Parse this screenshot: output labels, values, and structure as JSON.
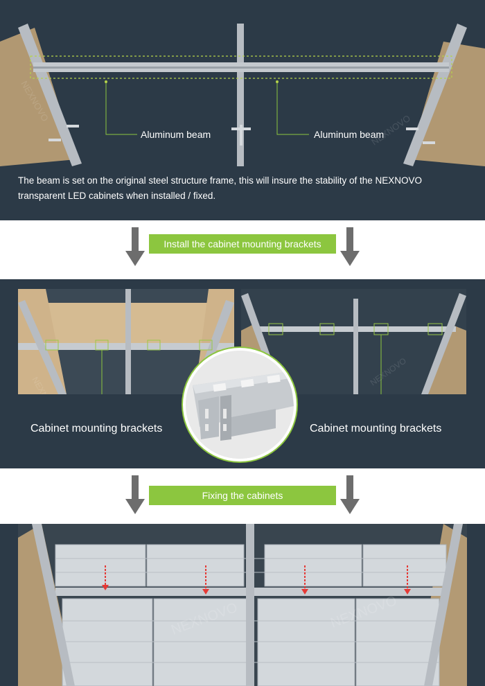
{
  "section1": {
    "beam_label_left": "Aluminum beam",
    "beam_label_right": "Aluminum beam",
    "caption": "The beam is set on the original steel structure frame, this will insure the stability of the NEXNOVO transparent LED cabinets when installed / fixed.",
    "watermark": "NEXNOVO"
  },
  "step1": {
    "label": "Install the cabinet mounting brackets"
  },
  "section2": {
    "left_label": "Cabinet mounting brackets",
    "right_label": "Cabinet mounting brackets",
    "watermark": "NEXNOVO"
  },
  "step2": {
    "label": "Fixing the cabinets"
  },
  "section3": {
    "watermark": "NEXNOVO"
  },
  "colors": {
    "dark_bg": "#2c3a47",
    "accent_green": "#8cc63f",
    "arrow_gray": "#6d6d6d",
    "marker_red": "#e53935"
  }
}
